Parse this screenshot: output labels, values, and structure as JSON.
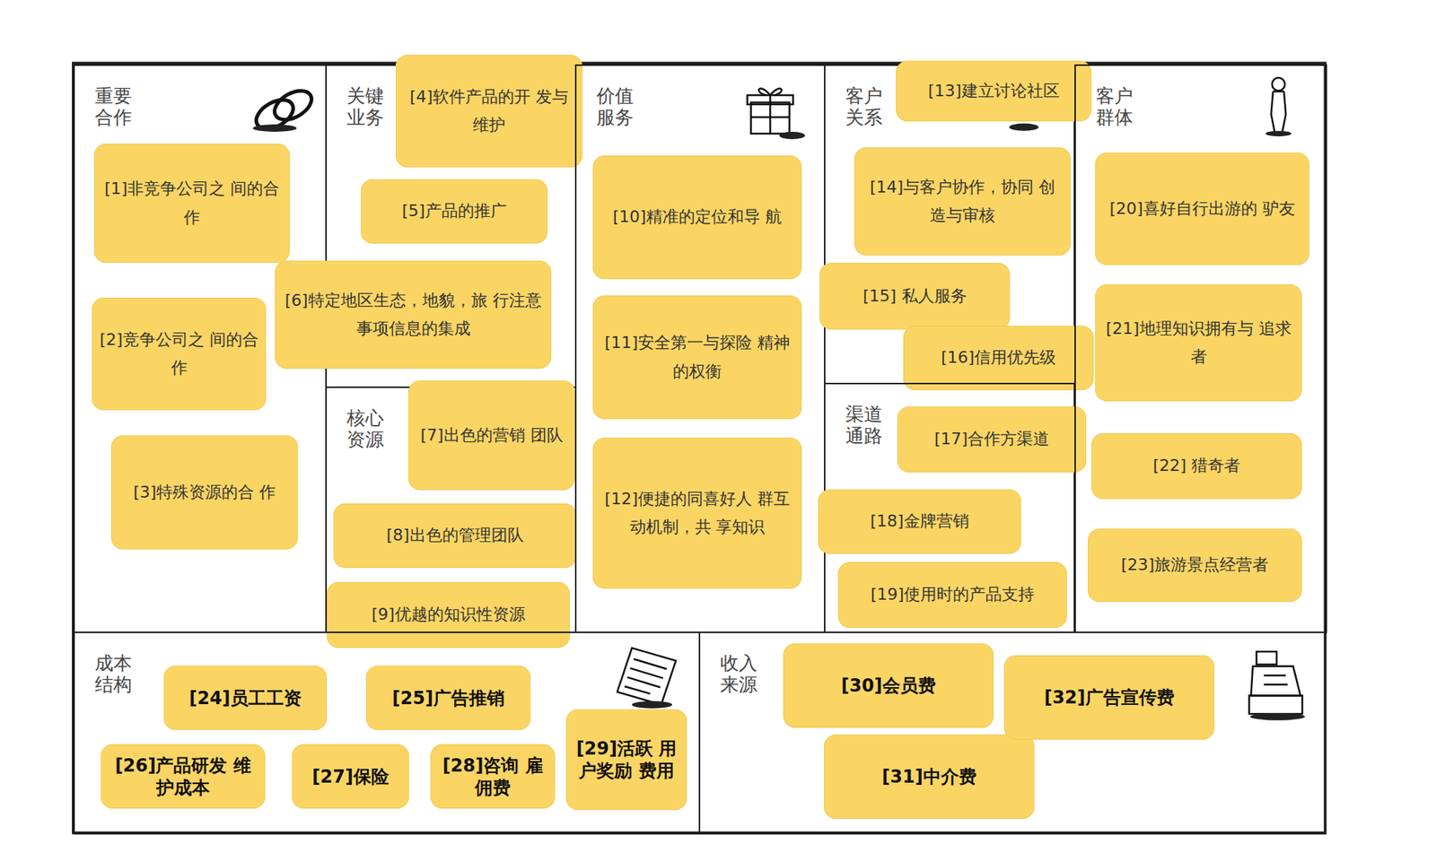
{
  "diagram": {
    "nodes": [
      {
        "text": [
          "重要 合作"
        ]
      },
      {
        "text": [
          "[1]非竞争公司之 间的合作"
        ],
        "in": 0
      },
      {
        "text": [
          "[2]竞争公司之 间的合作"
        ],
        "in": 0
      },
      {
        "text": [
          "[3]特殊资源的合 作"
        ],
        "in": 0
      },
      {
        "text": [
          "关键 业务"
        ]
      },
      {
        "text": [
          "[4]软件产品的开 发与维护"
        ],
        "in": 4
      },
      {
        "text": [
          "[5]产品的推广"
        ],
        "in": 4
      },
      {
        "text": [
          "[6]特定地区生态，地貌，旅 行注意事项信息的集成"
        ],
        "in": 4
      },
      {
        "text": [
          "核心 资源"
        ]
      },
      {
        "text": [
          "[7]出色的营销 团队"
        ],
        "in": 8
      },
      {
        "text": [
          "[8]出色的管理团队"
        ],
        "in": 8
      },
      {
        "text": [
          "[9]优越的知识性资源"
        ],
        "in": 8
      },
      {
        "text": [
          "价值 服务"
        ]
      },
      {
        "text": [
          "[10]精准的定位和导 航"
        ],
        "in": 12
      },
      {
        "text": [
          "[11]安全第一与探险 精神的权衡"
        ],
        "in": 12
      },
      {
        "text": [
          "[12]便捷的同喜好人 群互动机制，共 享知识"
        ],
        "in": 12
      },
      {
        "text": [
          "客户 关系"
        ]
      },
      {
        "text": [
          "[13]建立讨论社区"
        ],
        "in": 16
      },
      {
        "text": [
          "[14]与客户协作，协同 创造与审核"
        ],
        "in": 16
      },
      {
        "text": [
          "[15] 私人服务"
        ],
        "in": 16
      },
      {
        "text": [
          "[16]信用优先级"
        ],
        "in": 16
      },
      {
        "text": [
          "渠道 通路"
        ]
      },
      {
        "text": [
          "[17]合作方渠道"
        ],
        "in": 21
      },
      {
        "text": [
          "[18]金牌营销"
        ],
        "in": 21
      },
      {
        "text": [
          "[19]使用时的产品支持"
        ],
        "in": 21
      },
      {
        "text": [
          "客户 群体"
        ]
      },
      {
        "text": [
          "[20]喜好自行出游的 驴友"
        ],
        "in": 25
      },
      {
        "text": [
          "[21]地理知识拥有与 追求者"
        ],
        "in": 25
      },
      {
        "text": [
          "[22] 猎奇者"
        ],
        "in": 25
      },
      {
        "text": [
          "[23]旅游景点经营者"
        ],
        "in": 25
      },
      {
        "text": [
          "成本 结构"
        ]
      },
      {
        "text": [
          "[24]员工工资"
        ],
        "in": 30
      },
      {
        "text": [
          "[25]广告推销"
        ],
        "in": 30
      },
      {
        "text": [
          "[26]产品研发 维护成本"
        ],
        "in": 30
      },
      {
        "text": [
          "[27]保险"
        ],
        "in": 30
      },
      {
        "text": [
          "[28]咨询 雇佣费"
        ],
        "in": 30
      },
      {
        "text": [
          "[29]活跃 用户奖励 费用"
        ],
        "in": 30
      },
      {
        "text": [
          "收入 来源"
        ]
      },
      {
        "text": [
          "[30]会员费"
        ],
        "in": 37
      },
      {
        "text": [
          "[31]中介费"
        ],
        "in": 37
      },
      {
        "text": [
          "[32]广告宣传费"
        ],
        "in": 37
      }
    ]
  }
}
